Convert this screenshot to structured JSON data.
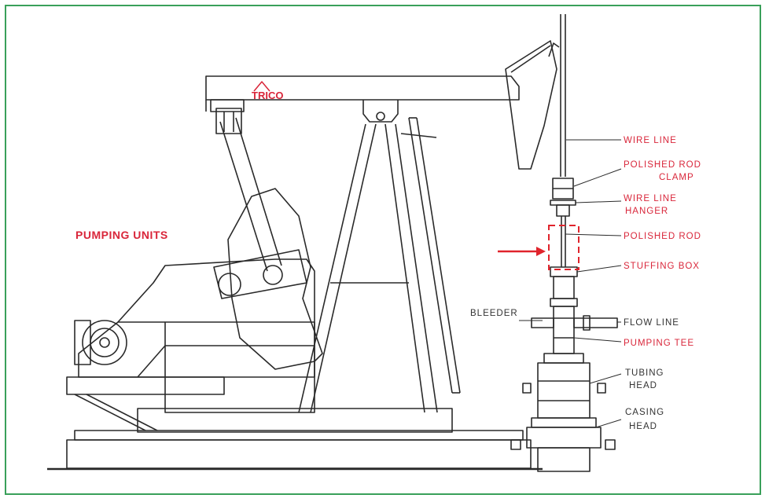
{
  "diagram": {
    "title": "PUMPING UNITS",
    "brand": "TRICO",
    "colors": {
      "frame": "#3aa05a",
      "label_red": "#d9263a",
      "label_dark": "#333333",
      "line": "#2a2a2a",
      "highlight": "#e0242c"
    },
    "labels": {
      "wire_line": "WIRE LINE",
      "polished_rod_clamp_1": "POLISHED ROD",
      "polished_rod_clamp_2": "CLAMP",
      "wire_line_hanger_1": "WIRE LINE",
      "wire_line_hanger_2": "HANGER",
      "polished_rod": "POLISHED ROD",
      "stuffing_box": "STUFFING BOX",
      "bleeder": "BLEEDER",
      "flow_line": "FLOW LINE",
      "pumping_tee": "PUMPING TEE",
      "tubing_head_1": "TUBING",
      "tubing_head_2": "HEAD",
      "casing_head_1": "CASING",
      "casing_head_2": "HEAD"
    }
  }
}
